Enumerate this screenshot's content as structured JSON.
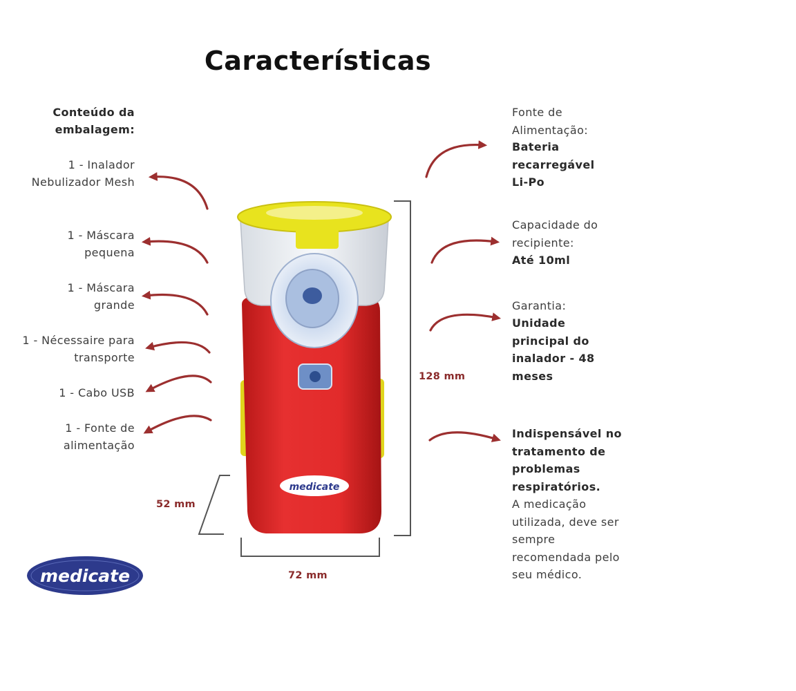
{
  "title": "Características",
  "package": {
    "heading": "Conteúdo da embalagem:",
    "items": [
      "1 - Inalador Nebulizador Mesh",
      "1 - Máscara pequena",
      "1 - Máscara grande",
      "1 - Nécessaire para transporte",
      "1 - Cabo USB",
      "1 - Fonte de alimentação"
    ]
  },
  "specs": {
    "power": {
      "label": "Fonte de Alimentação:",
      "value": "Bateria recarregável Li-Po"
    },
    "capacity": {
      "label": "Capacidade do recipiente:",
      "value": "Até 10ml"
    },
    "warranty": {
      "label": "Garantia:",
      "value": "Unidade principal do inalador - 48 meses"
    },
    "note": {
      "bold": "Indispensável no tratamento de problemas respiratórios.",
      "text": "A medicação utilizada, deve ser sempre recomendada pelo seu médico."
    }
  },
  "dimensions": {
    "height": "128 mm",
    "depth": "52 mm",
    "width": "72 mm"
  },
  "brand": {
    "logo_text": "medicate",
    "device_label": "medicate"
  },
  "colors": {
    "arrow": "#9c2f2f",
    "device_red": "#e02a2a",
    "device_yellow": "#e8e31e",
    "brand_blue": "#2d3a8c"
  },
  "icons": {
    "arrow": "curved-arrow-icon"
  }
}
